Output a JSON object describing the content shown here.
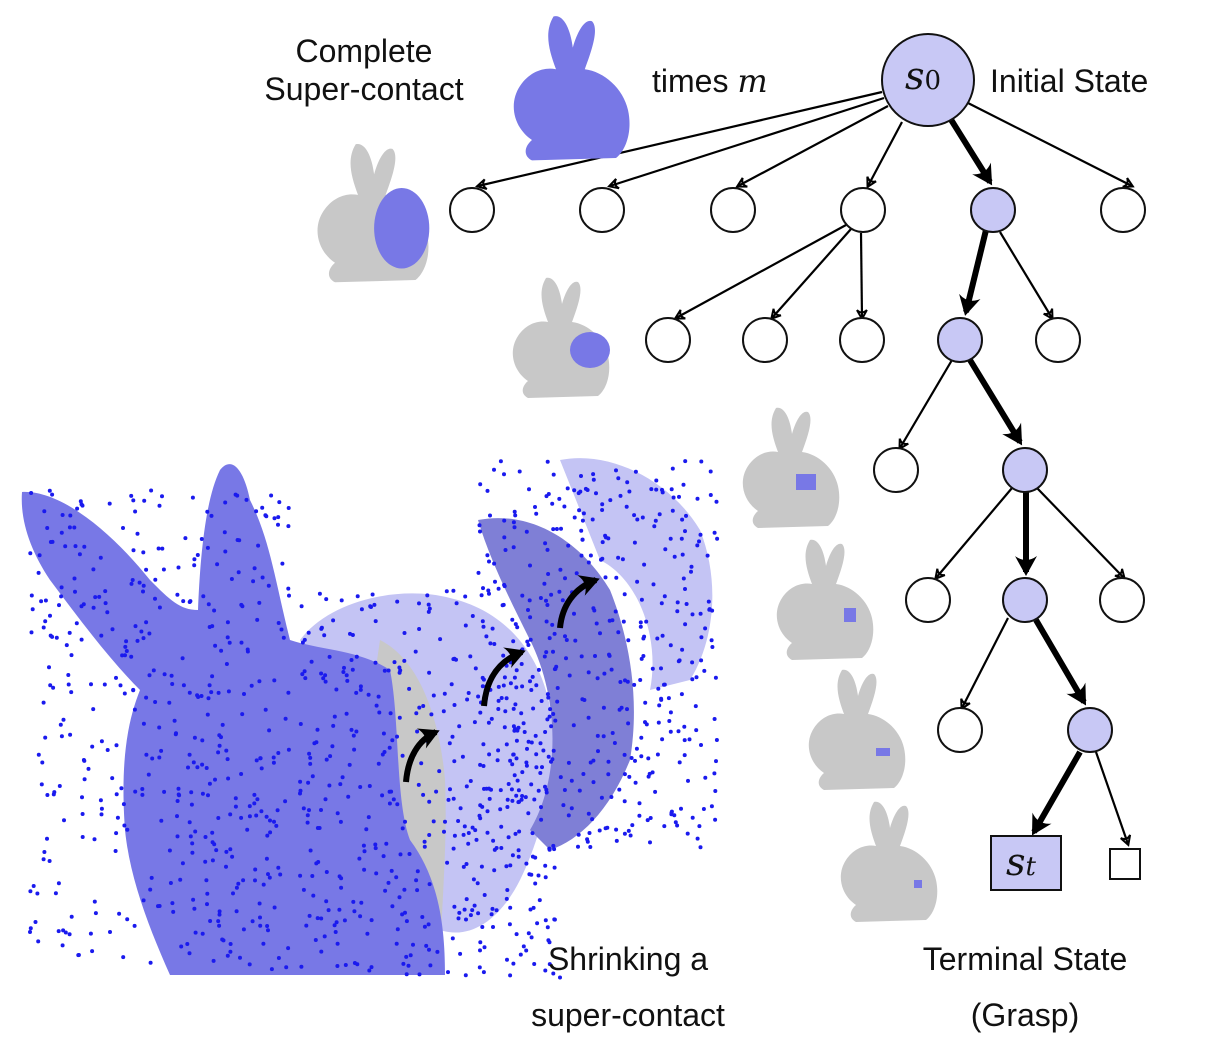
{
  "colors": {
    "node_fill": "#c8c8f5",
    "node_stroke": "#111111",
    "bunny_blue": "#7878e6",
    "bunny_dark": "#5a5ad2",
    "bunny_light": "#c4c4f4",
    "dots": "#1a1aee",
    "bunny_gray": "#c8c8c8",
    "edge": "#000000"
  },
  "labels": {
    "complete_line1": "Complete",
    "complete_line2": "Super-contact",
    "times_text": "times",
    "times_var": "m",
    "initial_state": "Initial State",
    "s0_base": "s",
    "s0_sub": "0",
    "st_base": "s",
    "st_sub": "t",
    "shrinking_line1": "Shrinking a",
    "shrinking_line2": "super-contact",
    "terminal_line1": "Terminal State",
    "terminal_line2": "(Grasp)"
  },
  "icons": [
    "bunny-complete-icon",
    "bunny-contact-icon",
    "rabbit-point-cloud-icon"
  ]
}
